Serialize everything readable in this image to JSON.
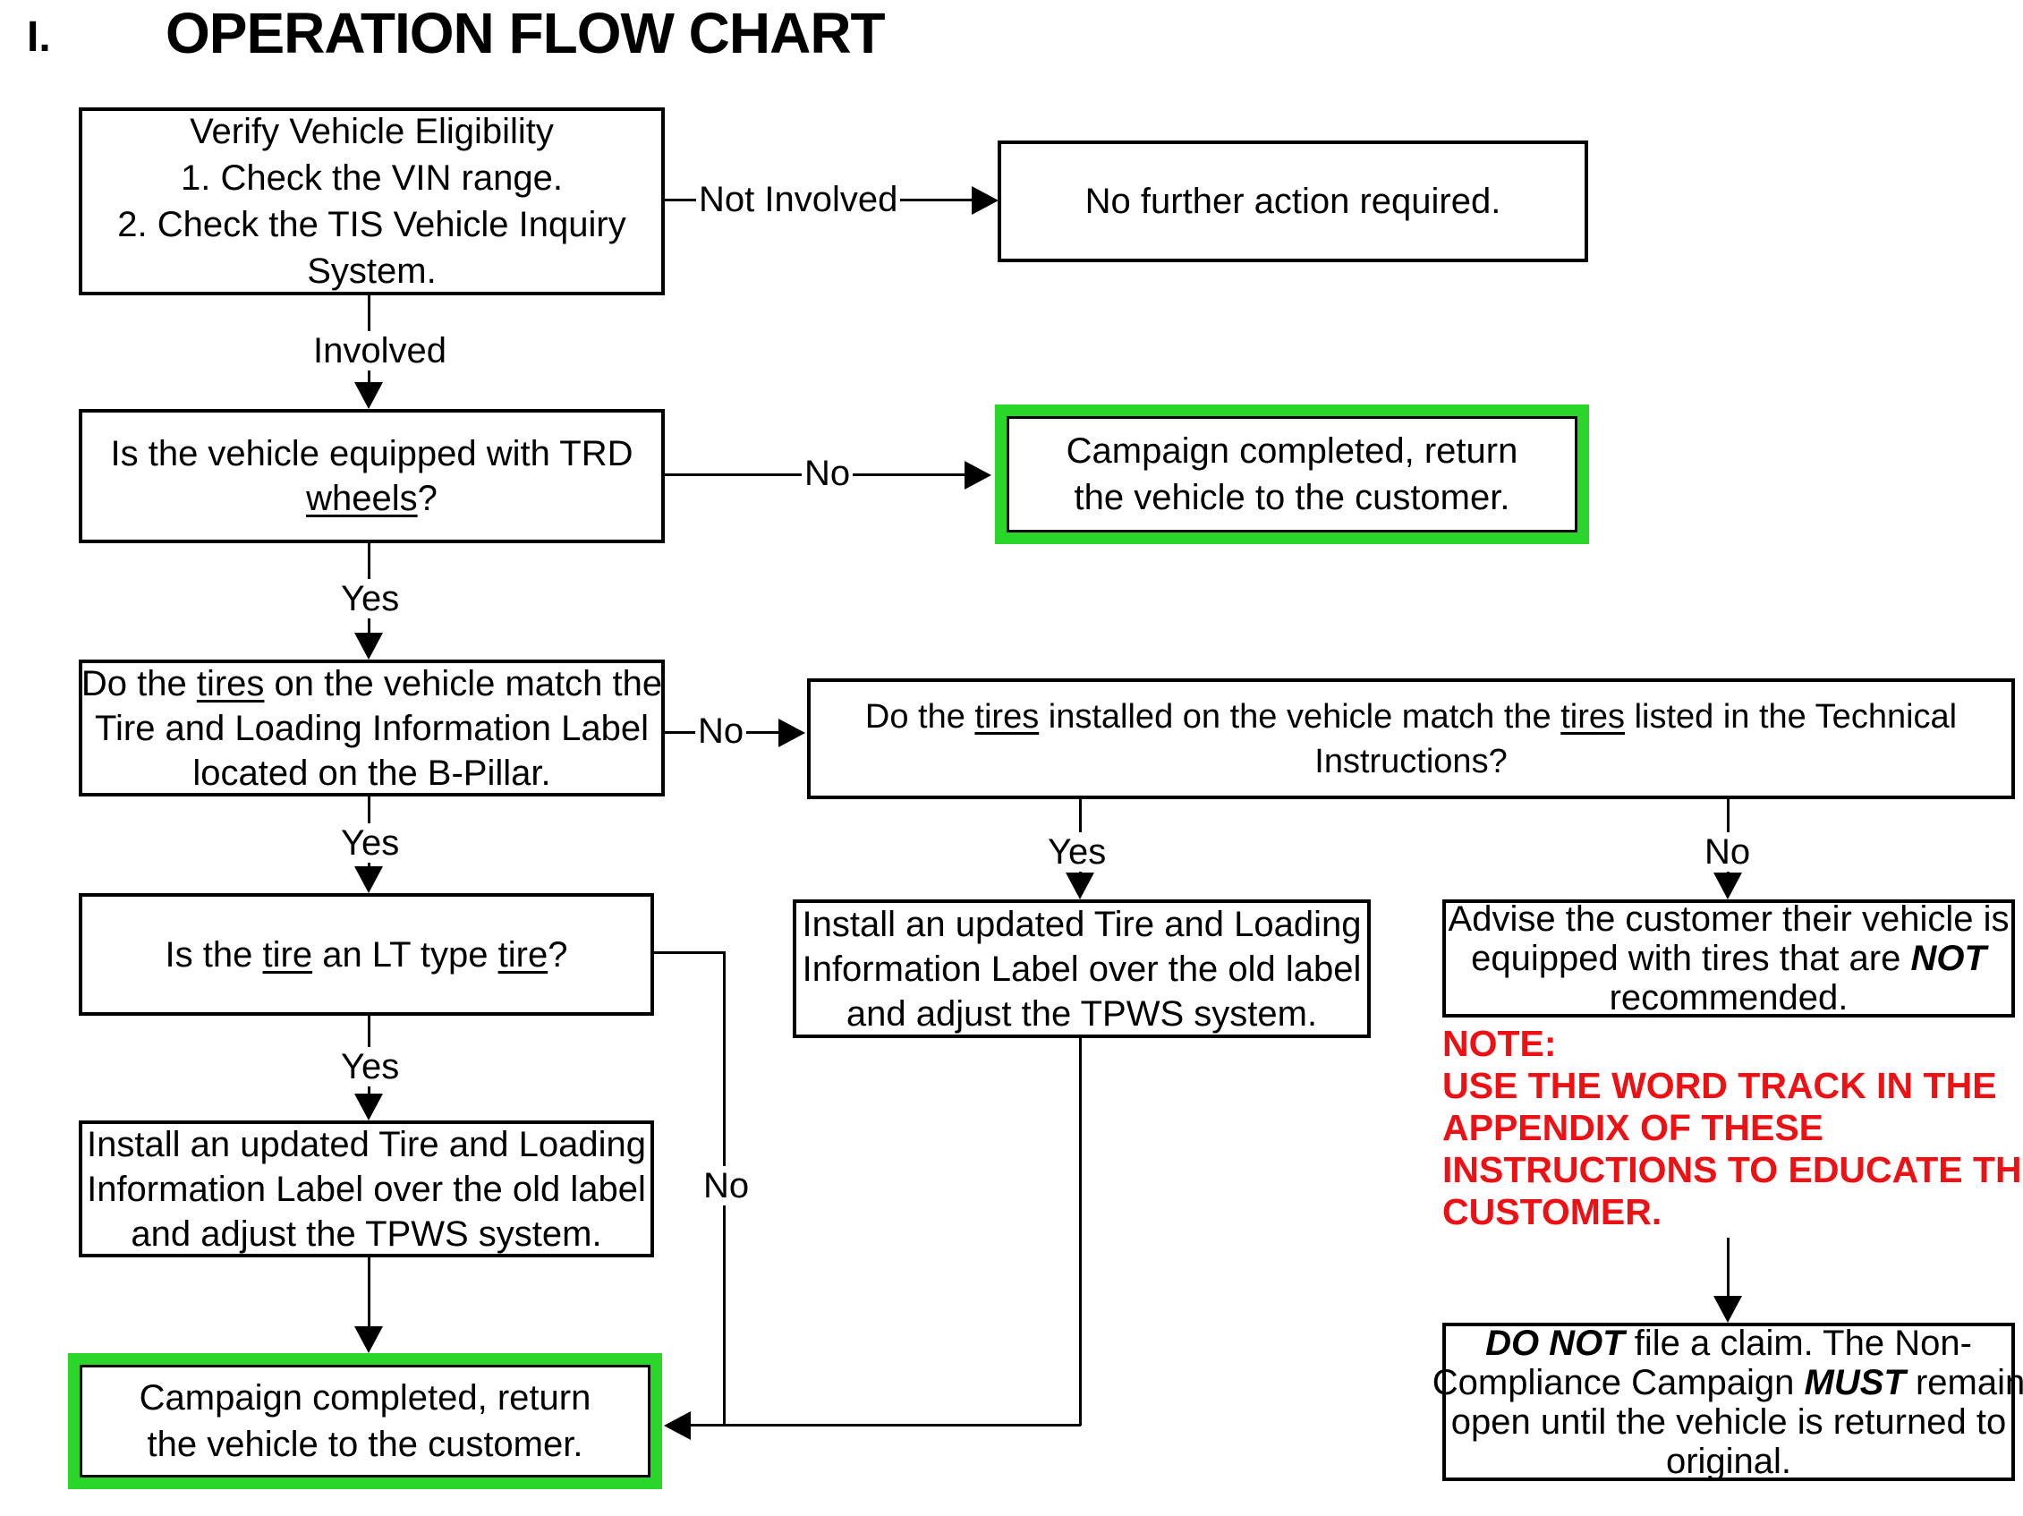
{
  "title": {
    "numeral": "I.",
    "text": "OPERATION FLOW CHART"
  },
  "colors": {
    "highlight_green": "#2bd62b",
    "note_red": "#ec1114",
    "ink": "#000000",
    "background": "#ffffff"
  },
  "edge_labels": {
    "not_involved": "Not Involved",
    "involved": "Involved",
    "trd_no": "No",
    "trd_yes": "Yes",
    "bpillar_no": "No",
    "bpillar_yes": "Yes",
    "technical_yes": "Yes",
    "technical_no": "No",
    "lt_yes": "Yes",
    "lt_no": "No"
  },
  "boxes": {
    "verify_eligibility": {
      "lines": [
        [
          {
            "t": "Verify Vehicle Eligibility"
          }
        ],
        [
          {
            "t": "1. Check the VIN range."
          }
        ],
        [
          {
            "t": "2. Check the TIS Vehicle Inquiry"
          }
        ],
        [
          {
            "t": "System."
          }
        ]
      ]
    },
    "no_further_action": {
      "lines": [
        [
          {
            "t": "No further action required."
          }
        ]
      ]
    },
    "trd_wheels_question": {
      "lines": [
        [
          {
            "t": "Is the vehicle equipped with TRD"
          }
        ],
        [
          {
            "t": "wheels",
            "u": true
          },
          {
            "t": "?"
          }
        ]
      ]
    },
    "campaign_completed_top": {
      "lines": [
        [
          {
            "t": "Campaign completed, return"
          }
        ],
        [
          {
            "t": "the vehicle to the customer."
          }
        ]
      ]
    },
    "tires_match_bpillar": {
      "lines": [
        [
          {
            "t": "Do the "
          },
          {
            "t": "tires",
            "u": true
          },
          {
            "t": " on the vehicle match the"
          }
        ],
        [
          {
            "t": "Tire and Loading Information Label"
          }
        ],
        [
          {
            "t": "located on the B-Pillar."
          }
        ]
      ]
    },
    "tires_match_technical": {
      "lines": [
        [
          {
            "t": "Do the "
          },
          {
            "t": "tires",
            "u": true
          },
          {
            "t": " installed on the vehicle match the "
          },
          {
            "t": "tires",
            "u": true
          },
          {
            "t": " listed in the Technical"
          }
        ],
        [
          {
            "t": "Instructions?"
          }
        ]
      ]
    },
    "install_label_center": {
      "lines": [
        [
          {
            "t": "Install an updated Tire and Loading"
          }
        ],
        [
          {
            "t": "Information Label over the old label"
          }
        ],
        [
          {
            "t": "and adjust the TPWS system."
          }
        ]
      ]
    },
    "advise_customer": {
      "lines": [
        [
          {
            "t": "Advise the customer their vehicle is"
          }
        ],
        [
          {
            "t": "equipped with tires that are "
          },
          {
            "t": "NOT",
            "bi": true
          }
        ],
        [
          {
            "t": "recommended."
          }
        ]
      ]
    },
    "lt_tire_question": {
      "lines": [
        [
          {
            "t": "Is the "
          },
          {
            "t": "tire",
            "u": true
          },
          {
            "t": " an LT type "
          },
          {
            "t": "tire",
            "u": true
          },
          {
            "t": "?"
          }
        ]
      ]
    },
    "install_label_left": {
      "lines": [
        [
          {
            "t": "Install an updated Tire and Loading"
          }
        ],
        [
          {
            "t": "Information Label over the old label"
          }
        ],
        [
          {
            "t": "and adjust the TPWS system."
          }
        ]
      ]
    },
    "campaign_completed_bottom": {
      "lines": [
        [
          {
            "t": "Campaign completed, return"
          }
        ],
        [
          {
            "t": "the vehicle to the customer."
          }
        ]
      ]
    },
    "do_not_file_claim": {
      "lines": [
        [
          {
            "t": "DO NOT",
            "bi": true
          },
          {
            "t": " file a claim. The Non-"
          }
        ],
        [
          {
            "t": "Compliance Campaign "
          },
          {
            "t": "MUST",
            "bi": true
          },
          {
            "t": " remain"
          }
        ],
        [
          {
            "t": "open until the vehicle is returned to"
          }
        ],
        [
          {
            "t": "original."
          }
        ]
      ]
    }
  },
  "note": {
    "lines": [
      [
        {
          "t": "NOTE:"
        }
      ],
      [
        {
          "t": "USE THE WORD TRACK IN THE"
        }
      ],
      [
        {
          "t": "APPENDIX OF THESE"
        }
      ],
      [
        {
          "t": "INSTRUCTIONS TO EDUCATE THE"
        }
      ],
      [
        {
          "t": "CUSTOMER."
        }
      ]
    ]
  }
}
